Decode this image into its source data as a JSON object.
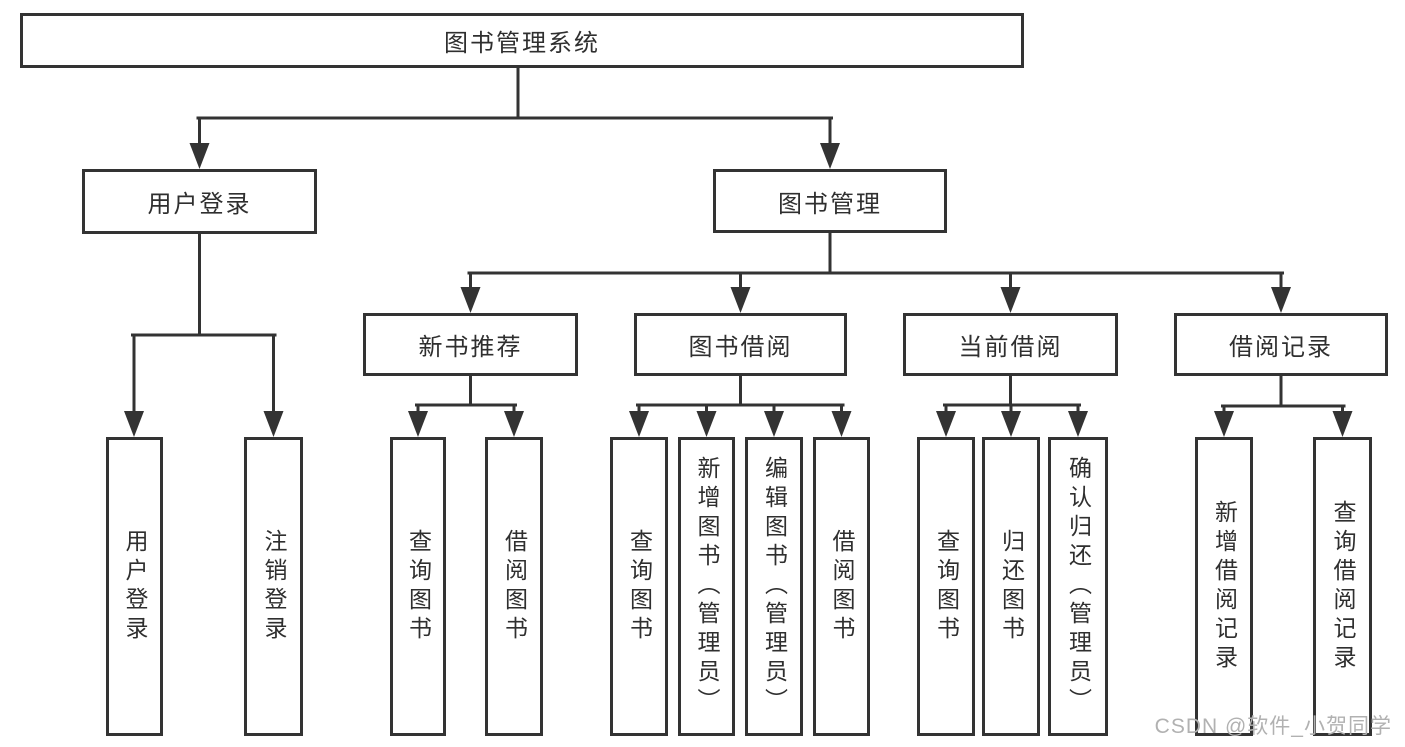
{
  "tree": {
    "root": {
      "label": "图书管理系统"
    },
    "branches": [
      {
        "label": "用户登录",
        "children": [
          {
            "label": "用户登录"
          },
          {
            "label": "注销登录"
          }
        ]
      },
      {
        "label": "图书管理",
        "children": [
          {
            "label": "新书推荐",
            "children": [
              {
                "label": "查询图书"
              },
              {
                "label": "借阅图书"
              }
            ]
          },
          {
            "label": "图书借阅",
            "children": [
              {
                "label": "查询图书"
              },
              {
                "label": "新增图书（管理员）"
              },
              {
                "label": "编辑图书（管理员）"
              },
              {
                "label": "借阅图书"
              }
            ]
          },
          {
            "label": "当前借阅",
            "children": [
              {
                "label": "查询图书"
              },
              {
                "label": "归还图书"
              },
              {
                "label": "确认归还（管理员）"
              }
            ]
          },
          {
            "label": "借阅记录",
            "children": [
              {
                "label": "新增借阅记录"
              },
              {
                "label": "查询借阅记录"
              }
            ]
          }
        ]
      }
    ]
  },
  "watermark": "CSDN @软件_小贺同学",
  "colors": {
    "line": "#333333",
    "box_border": "#333333",
    "text": "#2f2f2f",
    "watermark": "#b1b1b1",
    "background": "#ffffff"
  }
}
